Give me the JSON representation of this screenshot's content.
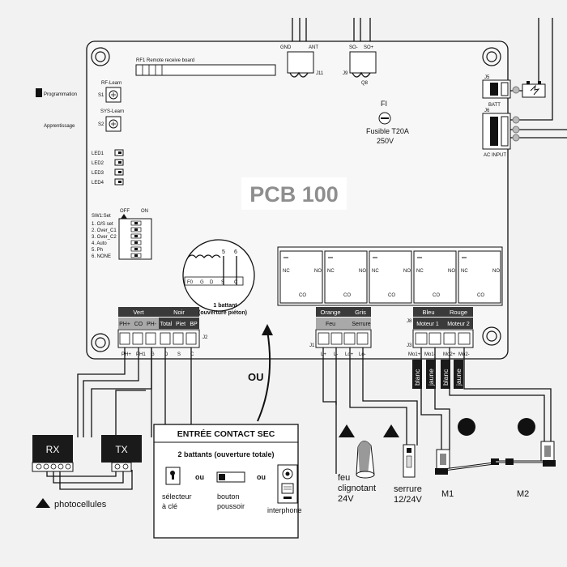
{
  "board": {
    "title": "PCB 100",
    "rf_label": "RF1",
    "rf_desc": "Remote receive board",
    "programmation": "Programmation",
    "apprentissage": "Apprentissage",
    "rf_learn": "RF-Learn",
    "s1": "S1",
    "sys_learn": "SYS-Learn",
    "s2": "S2",
    "leds": [
      "LED1",
      "LED2",
      "LED3",
      "LED4"
    ],
    "fuse_name": "FI",
    "fuse_label": "Fusible T20A",
    "fuse_volt": "250V",
    "batt": "BATT",
    "ac_input": "AC INPUT",
    "j5": "J5",
    "j6": "J6",
    "j8": "J8",
    "j9": "J9",
    "j11": "J11",
    "q8": "Q8",
    "j2": "J2",
    "j1": "J1",
    "j3": "J3",
    "gnd": "GND",
    "ant": "ANT",
    "so_minus": "SO-",
    "so_plus": "SO+"
  },
  "switch": {
    "set": "SW1:Set",
    "off": "OFF",
    "on": "ON",
    "items": [
      "1. O/S set",
      "2. Over_C1",
      "3. Over_C2",
      "4. Auto",
      "5. Ph",
      "6. NONE"
    ]
  },
  "relays": {
    "nc": "NC",
    "no": "NO",
    "co": "CO"
  },
  "terminals_left": {
    "vert": "Vert",
    "noir": "Noir",
    "labels": [
      "PH+",
      "CO",
      "PH-",
      "Total",
      "Piet",
      "BP"
    ],
    "pins": [
      "PH+",
      "PH1",
      "G",
      "D",
      "S",
      "C"
    ]
  },
  "terminals_right": {
    "orange": "Orange",
    "gris": "Gris",
    "bleu": "Bleu",
    "rouge": "Rouge",
    "feu": "Feu",
    "serrure": "Serrure",
    "moteur1": "Moteur 1",
    "moteur2": "Moteur 2",
    "pins": [
      "L+",
      "L-",
      "Lo+",
      "Lo-",
      "Mo1+",
      "Mo1-",
      "Mo2+",
      "Mo2-"
    ]
  },
  "inset": {
    "pins": [
      "F0",
      "G",
      "D",
      "S",
      "C"
    ],
    "n5": "5",
    "n6": "6",
    "caption1": "1 battant",
    "caption2": "(ouverture piéton)"
  },
  "ou_big": "OU",
  "contact": {
    "title": "ENTRÉE CONTACT SEC",
    "subtitle": "2 battants (ouverture totale)",
    "ou": "ou",
    "selecteur1": "sélecteur",
    "selecteur2": "à clé",
    "bouton1": "bouton",
    "bouton2": "poussoir",
    "interphone": "interphone"
  },
  "devices": {
    "rx": "RX",
    "tx": "TX",
    "photocellules": "photocellules",
    "feu1": "feu",
    "feu2": "clignotant",
    "feu3": "24V",
    "serrure1": "serrure",
    "serrure2": "12/24V",
    "m1": "M1",
    "m2": "M2",
    "wires": [
      "blanc",
      "jaune",
      "blanc",
      "jaune"
    ]
  },
  "colors": {
    "header_dark": "#3a3a3a",
    "label_grey": "#a9a9a9",
    "board_fill": "#f7f7f7",
    "dark_block": "#1a1a1a"
  }
}
